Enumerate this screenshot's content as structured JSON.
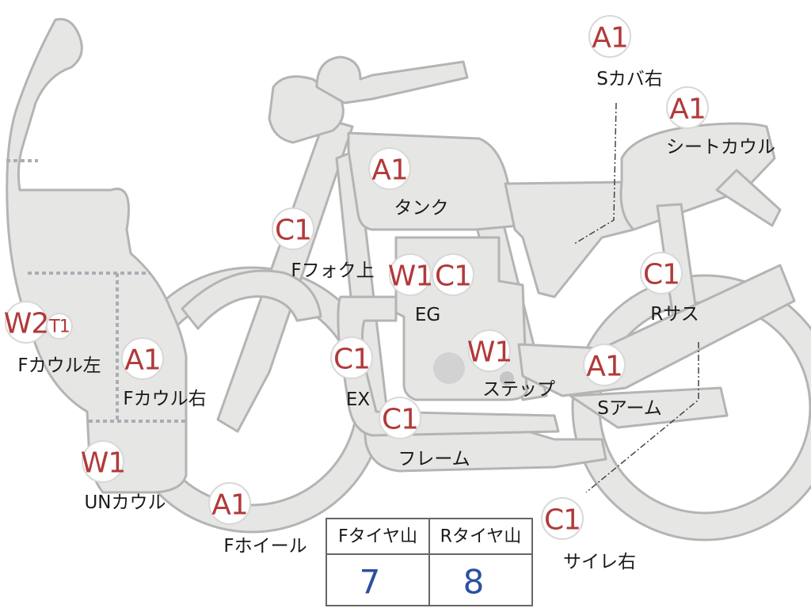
{
  "badges": [
    {
      "id": "s-cover-right",
      "code": "A1",
      "label": "Sカバ右"
    },
    {
      "id": "seat-cowl",
      "code": "A1",
      "label": "シートカウル"
    },
    {
      "id": "tank",
      "code": "A1",
      "label": "タンク"
    },
    {
      "id": "f-fork-upper",
      "code": "C1",
      "label": "Fフォク上"
    },
    {
      "id": "eg-w",
      "code": "W1",
      "label": ""
    },
    {
      "id": "eg-c",
      "code": "C1",
      "label": "EG"
    },
    {
      "id": "r-suspension",
      "code": "C1",
      "label": "Rサス"
    },
    {
      "id": "f-cowl-left-w",
      "code": "W2",
      "label": ""
    },
    {
      "id": "f-cowl-left-t",
      "code": "T1",
      "label": "Fカウル左"
    },
    {
      "id": "f-cowl-right",
      "code": "A1",
      "label": "Fカウル右"
    },
    {
      "id": "ex",
      "code": "C1",
      "label": "EX"
    },
    {
      "id": "step",
      "code": "W1",
      "label": "ステップ"
    },
    {
      "id": "s-arm",
      "code": "A1",
      "label": "Sアーム"
    },
    {
      "id": "frame",
      "code": "C1",
      "label": "フレーム"
    },
    {
      "id": "un-cowl",
      "code": "W1",
      "label": "UNカウル"
    },
    {
      "id": "f-wheel",
      "code": "A1",
      "label": "Fホイール"
    },
    {
      "id": "silencer-right",
      "code": "C1",
      "label": "サイレ右"
    }
  ],
  "tire_table": {
    "headers": [
      "Fタイヤ山",
      "Rタイヤ山"
    ],
    "values": [
      "7",
      "8"
    ]
  },
  "colors": {
    "badge_code": "#b13a3a",
    "table_value": "#2c4fa0",
    "part_fill": "#e6e6e4",
    "part_stroke": "#b4b4b4"
  }
}
